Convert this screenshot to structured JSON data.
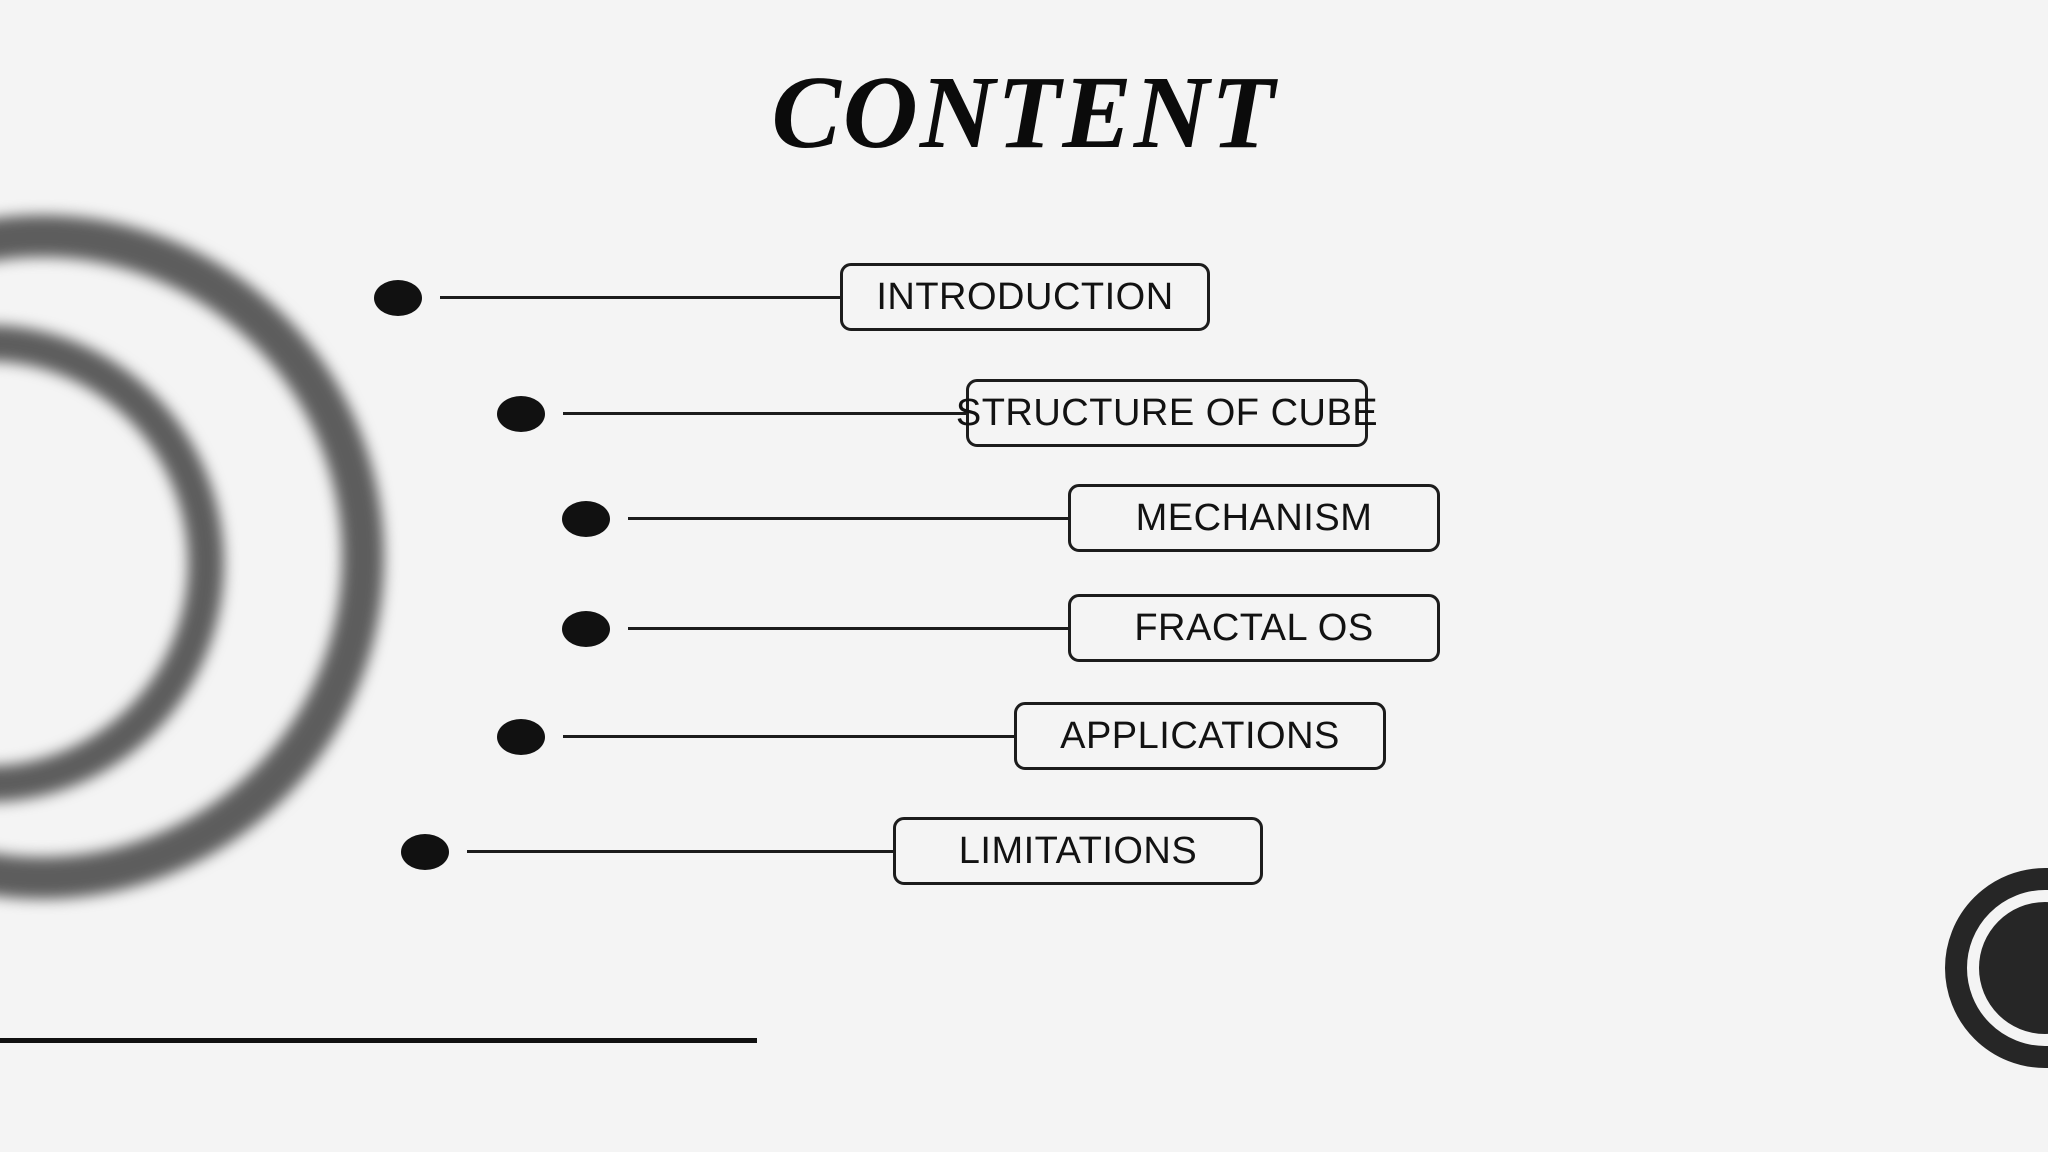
{
  "slide": {
    "background_color": "#f4f4f4",
    "title": "CONTENT"
  },
  "decor": {
    "ring_color": "#5d5d5d",
    "circle_color": "#262626",
    "rule_color": "#111111",
    "left_rings_name": "concentric-rings",
    "bottom_right_circle_name": "dark-circle"
  },
  "content_items": [
    {
      "index": "1",
      "label": "INTRODUCTION"
    },
    {
      "index": "2",
      "label": "STRUCTURE OF CUBE"
    },
    {
      "index": "3",
      "label": "MECHANISM"
    },
    {
      "index": "4",
      "label": "FRACTAL OS"
    },
    {
      "index": "5",
      "label": "APPLICATIONS"
    },
    {
      "index": "6",
      "label": "LIMITATIONS"
    }
  ]
}
